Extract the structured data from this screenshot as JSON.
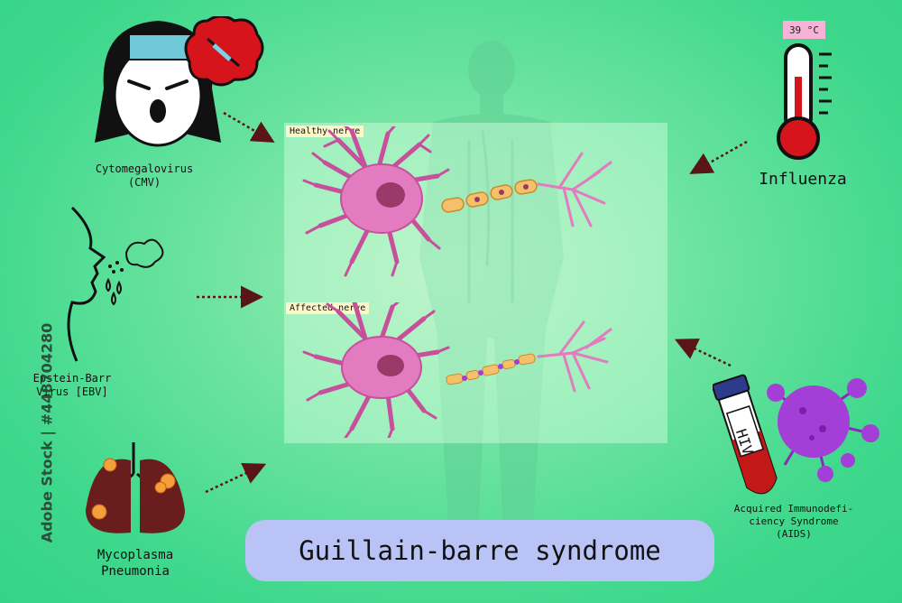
{
  "title": "Guillain-barre syndrome",
  "panel": {
    "healthy_label": "Healthy nerve",
    "affected_label": "Affected nerve"
  },
  "causes": {
    "cmv": "Cytomegalovirus\n(CMV)",
    "ebv": "Epstein-Barr\nVirus [EBV]",
    "mycoplasma": "Mycoplasma\nPneumonia",
    "influenza": "Influenza",
    "aids": "Acquired Immunodefi-\nciency Syndrome\n(AIDS)"
  },
  "thermometer_reading": "39 °C",
  "tube_text": "HIV",
  "watermark": "Adobe Stock | #448704280",
  "colors": {
    "background": "#3fd88c",
    "title_pill": "#b9c3f5",
    "neuron": "#e37bc0",
    "nucleus": "#9a3a6b",
    "myelin": "#f4c06a",
    "arrow": "#5a1518",
    "virus": "#a33fd6"
  }
}
